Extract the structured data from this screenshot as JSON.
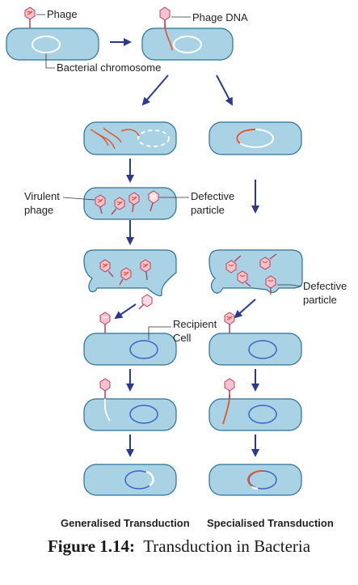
{
  "labels": {
    "phage": "Phage",
    "phage_dna": "Phage DNA",
    "bacterial_chromosome": "Bacterial chromosome",
    "virulent_phage_line1": "Virulent",
    "virulent_phage_line2": "phage",
    "defective_particle_line1": "Defective",
    "defective_particle_line2": "particle",
    "defective_particle2_line1": "Defective",
    "defective_particle2_line2": "particle",
    "recipient_cell_line1": "Recipient",
    "recipient_cell_line2": "Cell"
  },
  "columns": {
    "left": "Generalised Transduction",
    "right": "Specialised Transduction"
  },
  "caption": {
    "number": "Figure 1.14:",
    "title": "Transduction in Bacteria"
  },
  "colors": {
    "cell_fill": "#a9d3e4",
    "cell_stroke": "#2e6f96",
    "arrow": "#2b3990",
    "dna_red": "#e2532a",
    "phage_fill": "#f6c2cf",
    "phage_stroke": "#b9405e"
  }
}
